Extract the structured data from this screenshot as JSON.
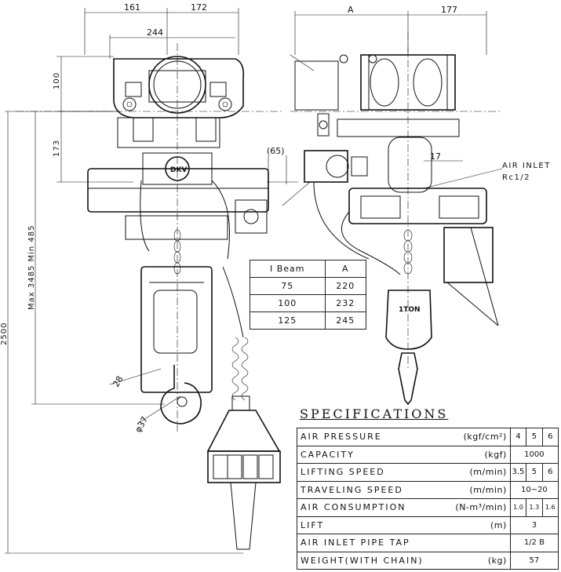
{
  "dimensions": {
    "top_161": "161",
    "top_172": "172",
    "top_244": "244",
    "top_A": "A",
    "top_177": "177",
    "left_100": "100",
    "left_173": "173",
    "left_2500": "2500",
    "left_max_min": "Max 3485 Min 485",
    "d_65": "(65)",
    "d_17": "17",
    "d_28": "28",
    "d_phi37": "φ37"
  },
  "labels": {
    "air_inlet": "AIR INLET",
    "rc": "Rc1/2",
    "logo": "DKV",
    "tag": "1TON"
  },
  "ibeam_table": {
    "headers": [
      "I Beam",
      "A"
    ],
    "rows": [
      [
        "75",
        "220"
      ],
      [
        "100",
        "232"
      ],
      [
        "125",
        "245"
      ]
    ]
  },
  "specifications": {
    "title": "SPECIFICATIONS",
    "rows": [
      {
        "item": "AIR PRESSURE",
        "unit": "(kgf/cm²)",
        "values": [
          "4",
          "5",
          "6"
        ]
      },
      {
        "item": "CAPACITY",
        "unit": "(kgf)",
        "values": [
          "1000"
        ]
      },
      {
        "item": "LIFTING SPEED",
        "unit": "(m/min)",
        "values": [
          "3.5",
          "5",
          "6"
        ]
      },
      {
        "item": "TRAVELING SPEED",
        "unit": "(m/min)",
        "values": [
          "10~20"
        ]
      },
      {
        "item": "AIR CONSUMPTION",
        "unit": "(N-m³/min)",
        "values": [
          "1.0",
          "1.3",
          "1.6"
        ]
      },
      {
        "item": "LIFT",
        "unit": "(m)",
        "values": [
          "3"
        ]
      },
      {
        "item": "AIR INLET PIPE TAP",
        "unit": "",
        "values": [
          "1/2 B"
        ]
      },
      {
        "item": "WEIGHT(WITH CHAIN)",
        "unit": "(kg)",
        "values": [
          "57"
        ]
      }
    ]
  }
}
